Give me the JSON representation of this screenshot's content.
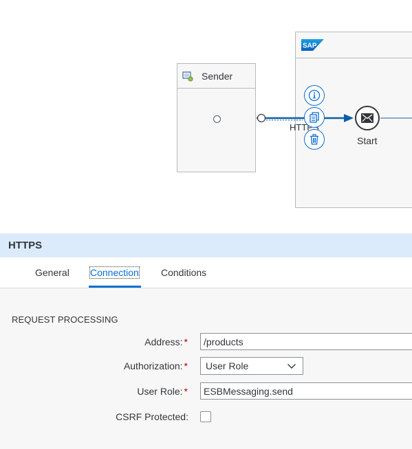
{
  "diagram": {
    "sender_label": "Sender",
    "connection_label": "HTTPS",
    "start_label": "Start",
    "logo_text": "SAP",
    "context_buttons": [
      {
        "icon": "info-icon"
      },
      {
        "icon": "copy-icon"
      },
      {
        "icon": "trash-icon"
      }
    ]
  },
  "panel": {
    "title": "HTTPS",
    "tabs": [
      {
        "label": "General",
        "active": false
      },
      {
        "label": "Connection",
        "active": true
      },
      {
        "label": "Conditions",
        "active": false
      }
    ]
  },
  "form": {
    "section_title": "REQUEST PROCESSING",
    "fields": {
      "address": {
        "label": "Address:",
        "value": "/products",
        "required": true
      },
      "authorization": {
        "label": "Authorization:",
        "value": "User Role",
        "required": true
      },
      "user_role": {
        "label": "User Role:",
        "value": "ESBMessaging.send",
        "required": true
      },
      "csrf": {
        "label": "CSRF Protected:",
        "checked": false
      }
    },
    "required_marker": "*"
  },
  "colors": {
    "accent": "#0a6ed1",
    "title_bar": "#dcebfb",
    "required": "#bb0000"
  }
}
